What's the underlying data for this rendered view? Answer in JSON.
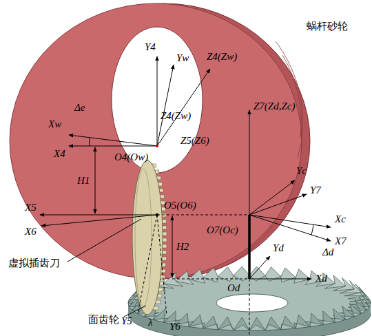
{
  "diagram": {
    "labels": [
      "Y4",
      "Yw",
      "Z4(Zw)",
      "蜗杆砂轮",
      "Δe",
      "Xw",
      "Z4(Zw)",
      "Z5(Z6)",
      "X4",
      "O4(Ow)",
      "Z7(Zd,Zc)",
      "H1",
      "Yc",
      "Y7",
      "X5",
      "O5(O6)",
      "Xc",
      "X6",
      "O7(Oc)",
      "H2",
      "Δd",
      "X7",
      "Yd",
      "虚拟插齿刀",
      "Y5",
      "Od",
      "Xd",
      "λ",
      "Y6",
      "面齿轮"
    ]
  }
}
